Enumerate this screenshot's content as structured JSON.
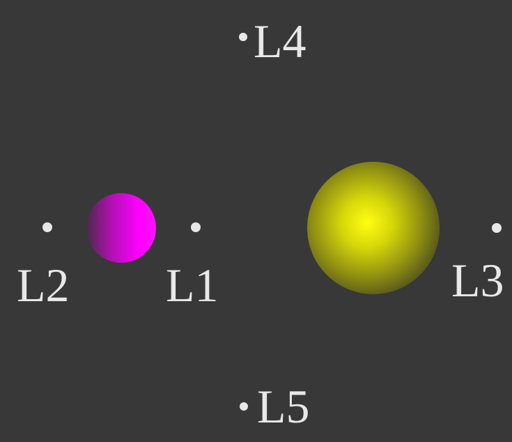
{
  "bodies": [
    {
      "name": "planet",
      "color": "#ff00ff"
    },
    {
      "name": "star",
      "color": "#ffff00"
    }
  ],
  "lagrange_points": [
    {
      "id": "L1",
      "label": "L1"
    },
    {
      "id": "L2",
      "label": "L2"
    },
    {
      "id": "L3",
      "label": "L3"
    },
    {
      "id": "L4",
      "label": "L4"
    },
    {
      "id": "L5",
      "label": "L5"
    }
  ],
  "colors": {
    "background": "#383838",
    "text": "#e8e8e8",
    "planet": "#ff00ff",
    "star": "#ffff00"
  }
}
